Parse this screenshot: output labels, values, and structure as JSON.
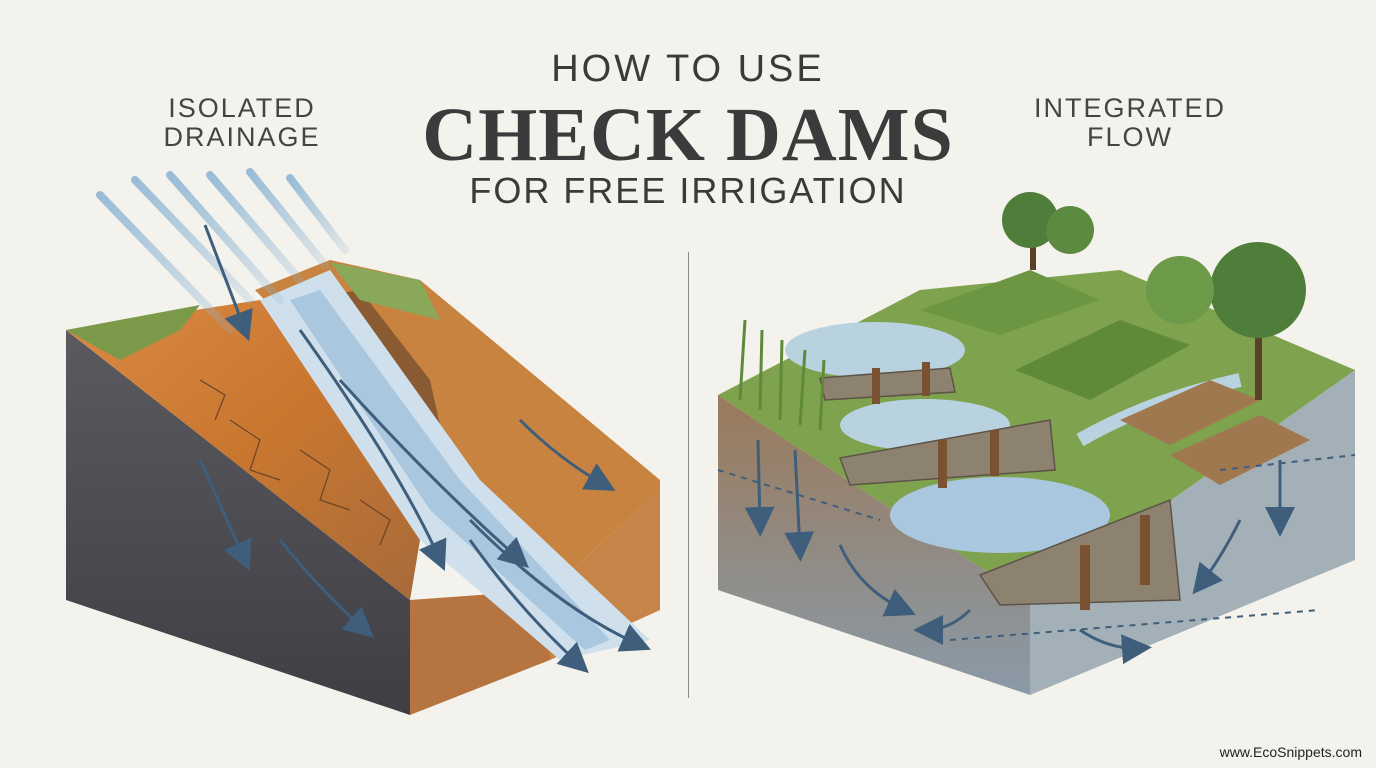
{
  "title": {
    "line1": "HOW TO USE",
    "line2": "CHECK DAMS",
    "line3": "FOR FREE IRRIGATION"
  },
  "left_panel": {
    "label_line1": "ISOLATED",
    "label_line2": "DRAINAGE",
    "icon": "eroded-slope-illustration"
  },
  "right_panel": {
    "label_line1": "INTEGRATED",
    "label_line2": "FLOW",
    "icon": "check-dam-terraces-illustration"
  },
  "watermark": "www.EcoSnippets.com",
  "colors": {
    "background": "#f4f2ec",
    "water": "#8fb6d4",
    "arrow": "#3f5e7c",
    "soil": "#c98a4a",
    "grass": "#6f9a45",
    "stone": "#8d8170"
  }
}
